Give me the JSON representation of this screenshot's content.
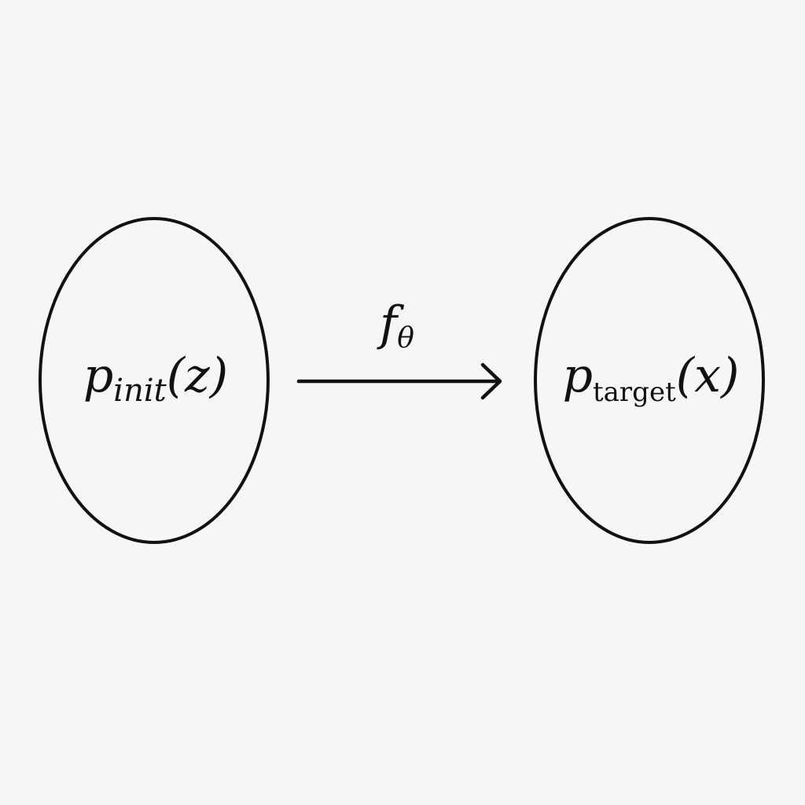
{
  "nodes": {
    "source": {
      "symbol": "p",
      "subscript": "init",
      "argument": "(z)"
    },
    "target": {
      "symbol": "p",
      "subscript": "target",
      "argument": "(x)"
    }
  },
  "edge": {
    "label_symbol": "f",
    "label_subscript": "θ"
  }
}
